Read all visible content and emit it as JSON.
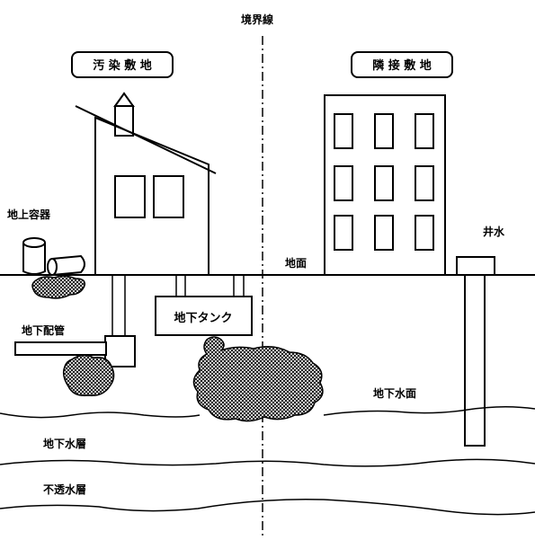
{
  "labels": {
    "boundary": "境界線",
    "polluted_site": "汚 染 敷 地",
    "adjacent_site": "隣 接 敷 地",
    "above_ground_container": "地上容器",
    "ground_surface": "地面",
    "well": "井水",
    "underground_pipe": "地下配管",
    "underground_tank": "地下タンク",
    "groundwater_surface": "地下水面",
    "aquifer": "地下水層",
    "impermeable_layer": "不透水層"
  },
  "colors": {
    "line": "#000000",
    "background": "#ffffff",
    "contamination": "#555555"
  }
}
